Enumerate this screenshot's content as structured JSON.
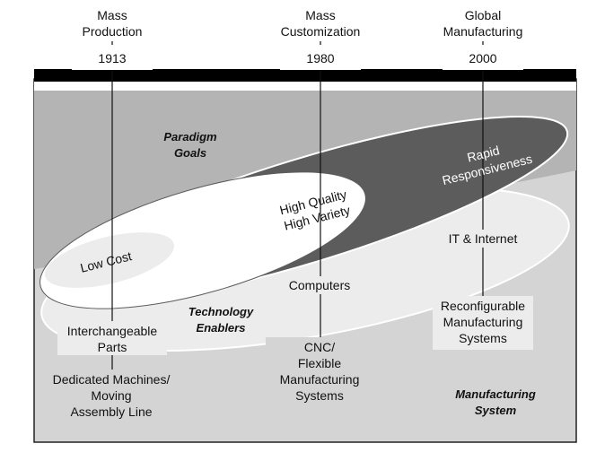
{
  "milestones": [
    {
      "line1": "Mass",
      "line2": "Production",
      "year": "1913"
    },
    {
      "line1": "Mass",
      "line2": "Customization",
      "year": "1980"
    },
    {
      "line1": "Global",
      "line2": "Manufacturing",
      "year": "2000"
    }
  ],
  "headings": {
    "paradigm_goals": [
      "Paradigm",
      "Goals"
    ],
    "technology_enablers": [
      "Technology",
      "Enablers"
    ],
    "manufacturing_system": [
      "Manufacturing",
      "System"
    ]
  },
  "goals": {
    "low_cost": "Low Cost",
    "high_quality": [
      "High Quality",
      "High Variety"
    ],
    "rapid": [
      "Rapid",
      "Responsiveness"
    ]
  },
  "enablers": {
    "interchangeable": [
      "Interchangeable",
      "Parts"
    ],
    "computers": "Computers",
    "it_internet": "IT & Internet"
  },
  "systems": {
    "dedicated": [
      "Dedicated Machines/",
      "Moving",
      "Assembly Line"
    ],
    "cnc": [
      "CNC/",
      "Flexible",
      "Manufacturing",
      "Systems"
    ],
    "reconfigurable": [
      "Reconfigurable",
      "Manufacturing",
      "Systems"
    ]
  },
  "colors": {
    "outer_bg": "#d4d4d4",
    "upper_band": "#b4b4b4",
    "dark_ellipse": "#5c5c5c",
    "light_ellipse": "#ececec",
    "white": "#ffffff",
    "black_bar": "#000000"
  }
}
